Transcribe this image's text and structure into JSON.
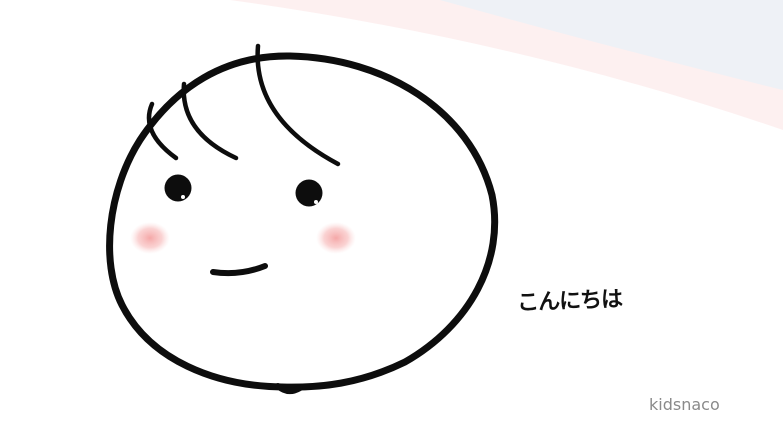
{
  "illustration": {
    "greeting_text": "こんにちは",
    "watermark_text": "kidsnaco",
    "subject": "smiling-round-face",
    "colors": {
      "background": "#ffffff",
      "outline": "#0d0d0d",
      "blush": "#f4a3a3",
      "background_swoosh_blue": "#eef1f6",
      "background_swoosh_pink": "#fcecec",
      "watermark": "#8a8a8a"
    }
  }
}
